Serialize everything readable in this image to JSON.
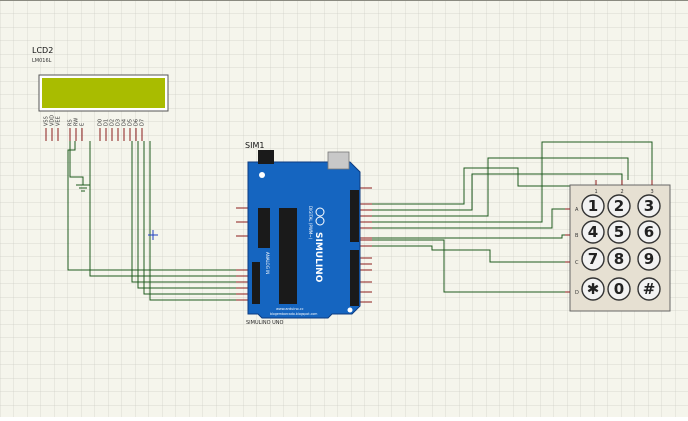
{
  "lcd": {
    "ref": "LCD2",
    "model": "LM016L",
    "pins": [
      "VSS",
      "VDD",
      "VEE",
      "RS",
      "RW",
      "E",
      "D0",
      "D1",
      "D2",
      "D3",
      "D4",
      "D5",
      "D6",
      "D7"
    ],
    "screen_color": "#a9bc00"
  },
  "arduino": {
    "ref": "SIM1",
    "label": "SIMULINO UNO",
    "logo_text": "SIMULINO",
    "site_text": "www.arduino.cc",
    "blog_text": "blogembarcado.blogspot.com",
    "digital_header": "DIGITAL (PWM~)",
    "analog_header": "ANALOG IN",
    "right_pins_top": [
      "AREF",
      "13",
      "12",
      "~11",
      "~10",
      "~9",
      "8"
    ],
    "right_pins_bottom": [
      "7",
      "~6",
      "~5",
      "4",
      "~3",
      "2",
      "TX ▸ 1",
      "RX ◂ 0"
    ],
    "left_pins_analog": [
      "A0",
      "A1",
      "A2",
      "A3",
      "A4",
      "A5"
    ],
    "board_color": "#1565c0"
  },
  "keypad": {
    "columns": [
      "1",
      "2",
      "3"
    ],
    "rows": [
      "A",
      "B",
      "C",
      "D"
    ],
    "keys": [
      [
        "1",
        "2",
        "3"
      ],
      [
        "4",
        "5",
        "6"
      ],
      [
        "7",
        "8",
        "9"
      ],
      [
        "✱",
        "0",
        "#"
      ]
    ]
  },
  "colors": {
    "grid": "#cfcfc7",
    "wire": "#1e5a1e",
    "pin": "#8b1a1a"
  }
}
